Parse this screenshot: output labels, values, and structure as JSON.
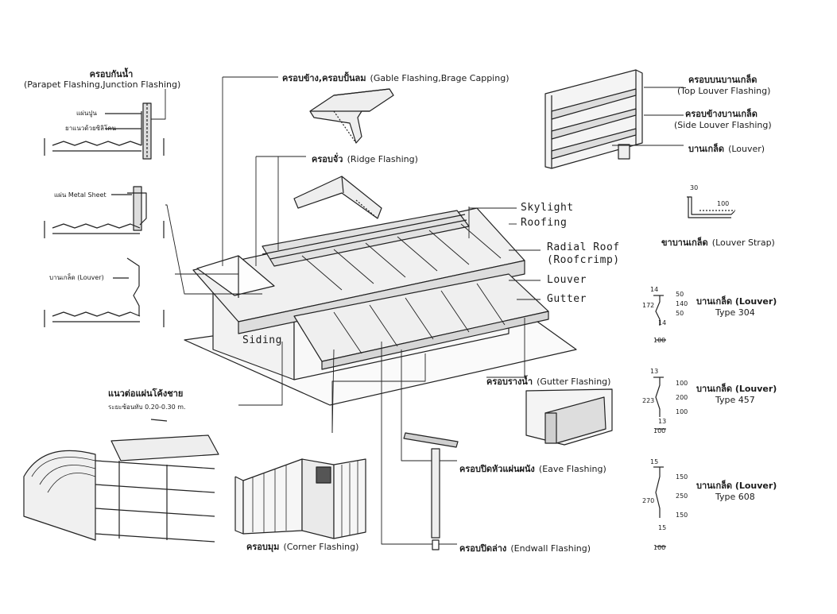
{
  "parapet": {
    "th": "ครอบกันน้ำ",
    "en": "(Parapet Flashing,Junction Flashing)",
    "note1": "แผ่นปูน",
    "note2": "ยาแนวด้วยซิลิโคน"
  },
  "metal_sheet_note": "แผ่น Metal Sheet",
  "louver_side_note": "บานเกล็ด (Louver)",
  "gable": {
    "th": "ครอบข้าง,ครอบปั้นลม",
    "en": "(Gable Flashing,Brage Capping)"
  },
  "ridge": {
    "th": "ครอบจั่ว",
    "en": "(Ridge Flashing)"
  },
  "top_louver": {
    "th": "ครอบบนบานเกล็ด",
    "en": "(Top Louver Flashing)"
  },
  "side_louver": {
    "th": "ครอบข้างบานเกล็ด",
    "en": "(Side Louver Flashing)"
  },
  "louver_label": {
    "th": "บานเกล็ด",
    "en": "(Louver)"
  },
  "strap": {
    "th": "ขาบานเกล็ด",
    "en": "(Louver Strap)",
    "dim_a": "30",
    "dim_b": "100"
  },
  "building": {
    "skylight": "Skylight",
    "roofing": "Roofing",
    "radial1": "Radial Roof",
    "radial2": "(Roofcrimp)",
    "louver": "Louver",
    "gutter": "Gutter",
    "siding": "Siding"
  },
  "curve": {
    "th": "แนวต่อแผ่นโค้งชาย",
    "note": "ระยะซ้อนทับ 0.20-0.30 m."
  },
  "gutter_flash": {
    "th": "ครอบรางน้ำ",
    "en": "(Gutter Flashing)"
  },
  "eave": {
    "th": "ครอบปิดหัวแผ่นผนัง",
    "en": "(Eave Flashing)"
  },
  "corner": {
    "th": "ครอบมุม",
    "en": "(Corner Flashing)"
  },
  "endwall": {
    "th": "ครอบปิดล่าง",
    "en": "(Endwall Flashing)"
  },
  "types": [
    {
      "th": "บานเกล็ด (Louver)",
      "type": "Type 304",
      "dims": [
        "14",
        "50",
        "140",
        "172",
        "50",
        "14",
        "100"
      ]
    },
    {
      "th": "บานเกล็ด (Louver)",
      "type": "Type 457",
      "dims": [
        "13",
        "100",
        "200",
        "223",
        "100",
        "13",
        "100"
      ]
    },
    {
      "th": "บานเกล็ด (Louver)",
      "type": "Type 608",
      "dims": [
        "15",
        "150",
        "250",
        "270",
        "150",
        "15",
        "100"
      ]
    }
  ]
}
